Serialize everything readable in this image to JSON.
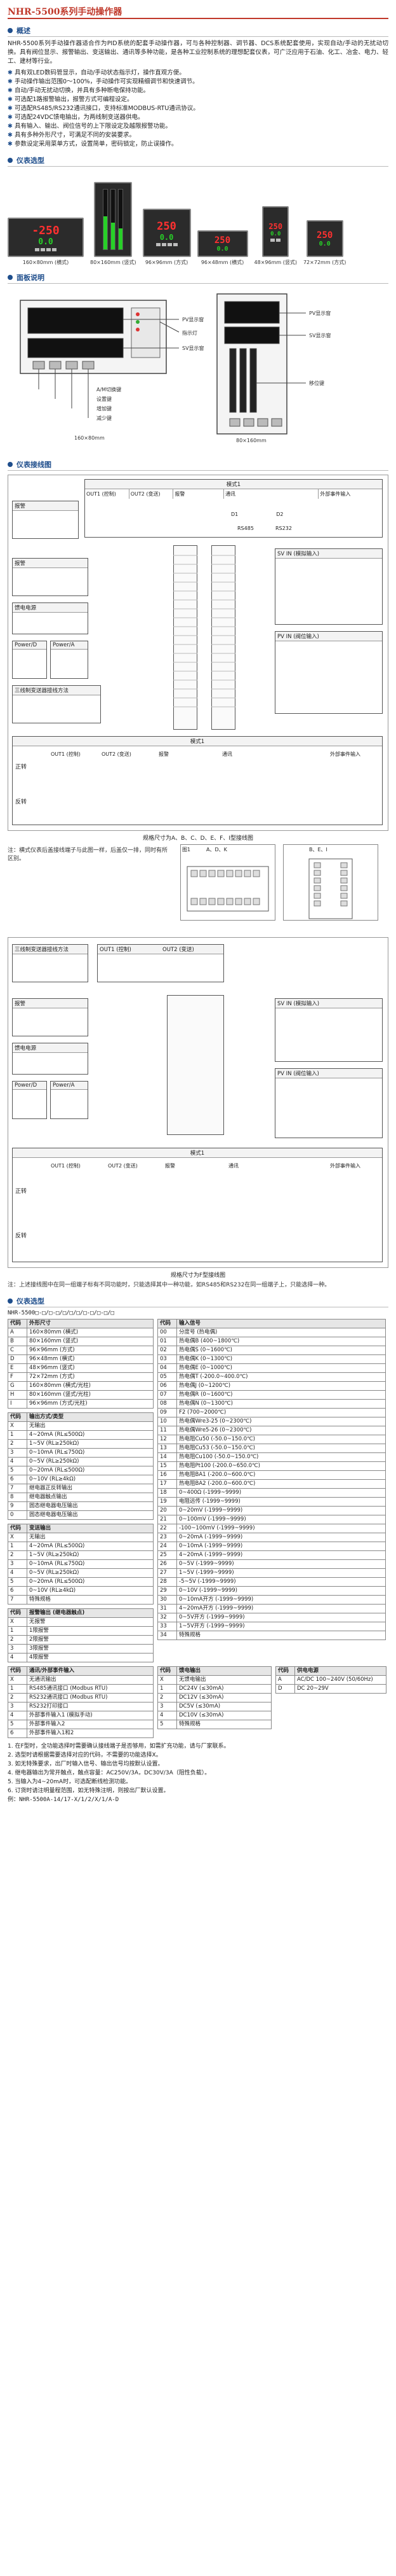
{
  "header": {
    "title": "NHR-5500系列手动操作器"
  },
  "overview": {
    "heading": "概述",
    "paragraph": "NHR-5500系列手动操作器适合作为PID系统的配套手动操作器，可与各种控制器、调节器、DCS系统配套使用，实现自动/手动的无扰动切换。具有阀位显示、报警输出、变送输出、通讯等多种功能，是各种工业控制系统的理想配套仪表，可广泛应用于石油、化工、冶金、电力、轻工、建材等行业。",
    "features": [
      "具有双LED数码管显示，自动/手动状态指示灯，操作直观方便。",
      "手动操作输出范围0～100%，手动操作可实现精细调节和快速调节。",
      "自动/手动无扰动切换，并具有多种断电保持功能。",
      "可选配1路报警输出，报警方式可编程设定。",
      "可选配RS485/RS232通讯接口，支持标准MODBUS-RTU通讯协议。",
      "可选配24VDC馈电输出，为两线制变送器供电。",
      "具有输入、输出、阀位信号的上下限设定及越限报警功能。",
      "具有多种外形尺寸，可满足不同的安装要求。",
      "参数设定采用菜单方式，设置简单，密码锁定，防止误操作。"
    ]
  },
  "products": {
    "heading": "仪表选型",
    "items": [
      {
        "pv": "-250",
        "sv": "0.0",
        "caption": "160×80mm (横式)"
      },
      {
        "pv": "",
        "sv": "",
        "caption": "80×160mm (竖式)"
      },
      {
        "pv": "250",
        "sv": "0.0",
        "caption": "96×96mm (方式)"
      },
      {
        "pv": "250",
        "sv": "0.0",
        "caption": "96×48mm (横式)"
      },
      {
        "pv": "250",
        "sv": "0.0",
        "caption": "48×96mm (竖式)"
      },
      {
        "pv": "250",
        "sv": "0.0",
        "caption": "72×72mm (方式)"
      }
    ],
    "bar_level_pct": 55
  },
  "panel": {
    "heading": "面板说明",
    "callouts": [
      "PV显示窗",
      "SV显示窗",
      "指示灯",
      "A/M切换键",
      "设置键",
      "增加键",
      "减少键",
      "移位键"
    ],
    "sub_captions": [
      "160×80mm",
      "80×160mm"
    ]
  },
  "wiring1": {
    "heading": "仪表接线图",
    "mode_label": "模式1",
    "blocks": [
      {
        "title": "OUT1 (控制)"
      },
      {
        "title": "OUT2 (变送)"
      },
      {
        "title": "报警"
      },
      {
        "title": "通讯"
      },
      {
        "title": "外部事件输入"
      },
      {
        "title": "馈电电源"
      },
      {
        "title": "报警"
      },
      {
        "title": "Power/D"
      },
      {
        "title": "Power/A"
      },
      {
        "title": "三线制变送器接线方法"
      },
      {
        "title": "SV IN (模拟输入)"
      },
      {
        "title": "PV IN (阀位输入)"
      },
      {
        "title": "模式1"
      }
    ],
    "labels": {
      "d1": "D1",
      "d2": "D2",
      "rs485": "RS485",
      "rs232": "RS232",
      "left_top": "正转",
      "left_bottom": "反转"
    },
    "caption": "规格尺寸为A、B、C、D、E、F、I型接线图",
    "note_a": "注：横式仪表后盖接线端子与此图一样，后盖仅一排，同时有所区别。",
    "side_label1": "图1",
    "side_label2": "A、D、K",
    "side_label3": "B、E、I"
  },
  "wiring2": {
    "caption": "规格尺寸为F型接线图",
    "note": "注：上述接线图中在同一组端子标有不同功能时，只能选择其中一种功能，如RS485和RS232在同一组端子上，只能选择一种。"
  },
  "selection": {
    "heading": "仪表选型",
    "code_line": "NHR-5500□-□/□-□/□/□/□/□-□/□-□/□",
    "table1": {
      "head": [
        "代码",
        "外形尺寸"
      ],
      "rows": [
        [
          "A",
          "160×80mm (横式)"
        ],
        [
          "B",
          "80×160mm (竖式)"
        ],
        [
          "C",
          "96×96mm (方式)"
        ],
        [
          "D",
          "96×48mm (横式)"
        ],
        [
          "E",
          "48×96mm (竖式)"
        ],
        [
          "F",
          "72×72mm (方式)"
        ],
        [
          "G",
          "160×80mm (横式/光柱)"
        ],
        [
          "H",
          "80×160mm (竖式/光柱)"
        ],
        [
          "I",
          "96×96mm (方式/光柱)"
        ]
      ]
    },
    "table2": {
      "head": [
        "代码",
        "输出方式/类型"
      ],
      "rows": [
        [
          "X",
          "无输出"
        ],
        [
          "1",
          "4~20mA (RL≤500Ω)"
        ],
        [
          "2",
          "1~5V (RL≥250kΩ)"
        ],
        [
          "3",
          "0~10mA (RL≤750Ω)"
        ],
        [
          "4",
          "0~5V (RL≥250kΩ)"
        ],
        [
          "5",
          "0~20mA (RL≤500Ω)"
        ],
        [
          "6",
          "0~10V (RL≥4kΩ)"
        ],
        [
          "7",
          "继电器正反转输出"
        ],
        [
          "8",
          "继电器触点输出"
        ],
        [
          "9",
          "固态继电器电压输出"
        ],
        [
          "0",
          "固态继电器电压输出"
        ]
      ]
    },
    "table3": {
      "head": [
        "代码",
        "输入信号"
      ],
      "rows": [
        [
          "00",
          "分度号 (热电偶)"
        ],
        [
          "01",
          "热电偶B (400~1800℃)"
        ],
        [
          "02",
          "热电偶S (0~1600℃)"
        ],
        [
          "03",
          "热电偶K (0~1300℃)"
        ],
        [
          "04",
          "热电偶E (0~1000℃)"
        ],
        [
          "05",
          "热电偶T (-200.0~400.0℃)"
        ],
        [
          "06",
          "热电偶J (0~1200℃)"
        ],
        [
          "07",
          "热电偶R (0~1600℃)"
        ],
        [
          "08",
          "热电偶N (0~1300℃)"
        ],
        [
          "09",
          "F2 (700~2000℃)"
        ],
        [
          "10",
          "热电偶Wre3-25 (0~2300℃)"
        ],
        [
          "11",
          "热电偶Wre5-26 (0~2300℃)"
        ],
        [
          "12",
          "热电阻Cu50 (-50.0~150.0℃)"
        ],
        [
          "13",
          "热电阻Cu53 (-50.0~150.0℃)"
        ],
        [
          "14",
          "热电阻Cu100 (-50.0~150.0℃)"
        ],
        [
          "15",
          "热电阻Pt100 (-200.0~650.0℃)"
        ],
        [
          "16",
          "热电阻BA1 (-200.0~600.0℃)"
        ],
        [
          "17",
          "热电阻BA2 (-200.0~600.0℃)"
        ],
        [
          "18",
          "0~400Ω (-1999~9999)"
        ],
        [
          "19",
          "电阻远传 (-1999~9999)"
        ],
        [
          "20",
          "0~20mV (-1999~9999)"
        ],
        [
          "21",
          "0~100mV (-1999~9999)"
        ],
        [
          "22",
          "-100~100mV (-1999~9999)"
        ],
        [
          "23",
          "0~20mA (-1999~9999)"
        ],
        [
          "24",
          "0~10mA (-1999~9999)"
        ],
        [
          "25",
          "4~20mA (-1999~9999)"
        ],
        [
          "26",
          "0~5V (-1999~9999)"
        ],
        [
          "27",
          "1~5V (-1999~9999)"
        ],
        [
          "28",
          "-5~5V (-1999~9999)"
        ],
        [
          "29",
          "0~10V (-1999~9999)"
        ],
        [
          "30",
          "0~10mA开方 (-1999~9999)"
        ],
        [
          "31",
          "4~20mA开方 (-1999~9999)"
        ],
        [
          "32",
          "0~5V开方 (-1999~9999)"
        ],
        [
          "33",
          "1~5V开方 (-1999~9999)"
        ],
        [
          "34",
          "特殊规格"
        ]
      ]
    },
    "table4": {
      "head": [
        "代码",
        "变送输出"
      ],
      "rows": [
        [
          "X",
          "无输出"
        ],
        [
          "1",
          "4~20mA (RL≤500Ω)"
        ],
        [
          "2",
          "1~5V (RL≥250kΩ)"
        ],
        [
          "3",
          "0~10mA (RL≤750Ω)"
        ],
        [
          "4",
          "0~5V (RL≥250kΩ)"
        ],
        [
          "5",
          "0~20mA (RL≤500Ω)"
        ],
        [
          "6",
          "0~10V (RL≥4kΩ)"
        ],
        [
          "7",
          "特殊规格"
        ]
      ]
    },
    "table5": {
      "head": [
        "代码",
        "报警输出 (继电器触点)"
      ],
      "rows": [
        [
          "X",
          "无报警"
        ],
        [
          "1",
          "1限报警"
        ],
        [
          "2",
          "2限报警"
        ],
        [
          "3",
          "3限报警"
        ],
        [
          "4",
          "4限报警"
        ]
      ]
    },
    "table6": {
      "head": [
        "代码",
        "通讯/外部事件输入"
      ],
      "rows": [
        [
          "X",
          "无通讯输出"
        ],
        [
          "1",
          "RS485通讯接口 (Modbus RTU)"
        ],
        [
          "2",
          "RS232通讯接口 (Modbus RTU)"
        ],
        [
          "3",
          "RS232打印接口"
        ],
        [
          "4",
          "外部事件输入1 (模拟手动)"
        ],
        [
          "5",
          "外部事件输入2"
        ],
        [
          "6",
          "外部事件输入1和2"
        ]
      ]
    },
    "table7": {
      "head": [
        "代码",
        "馈电输出"
      ],
      "rows": [
        [
          "X",
          "无馈电输出"
        ],
        [
          "1",
          "DC24V (≤30mA)"
        ],
        [
          "2",
          "DC12V (≤30mA)"
        ],
        [
          "3",
          "DC5V (≤30mA)"
        ],
        [
          "4",
          "DC10V (≤30mA)"
        ],
        [
          "5",
          "特殊规格"
        ]
      ]
    },
    "table8": {
      "head": [
        "代码",
        "供电电源"
      ],
      "rows": [
        [
          "A",
          "AC/DC 100~240V (50/60Hz)"
        ],
        [
          "D",
          "DC 20~29V"
        ]
      ]
    }
  },
  "footer": {
    "notes": [
      "1. 在F型时，全功能选择时需要确认接线端子是否够用，如需扩充功能，请与厂家联系。",
      "2. 选型时请根据需要选择对应的代码，不需要的功能选择X。",
      "3. 如无特殊要求，出厂时输入信号、输出信号均按默认设置。",
      "4. 继电器输出为常开触点，触点容量：AC250V/3A，DC30V/3A（阻性负载）。",
      "5. 当输入为4~20mA时，可选配断线检测功能。",
      "6. 订货时请注明量程范围，如无特殊注明，则按出厂默认设置。",
      "例：NHR-5500A-14/17-X/1/2/X/1/A-D"
    ]
  }
}
